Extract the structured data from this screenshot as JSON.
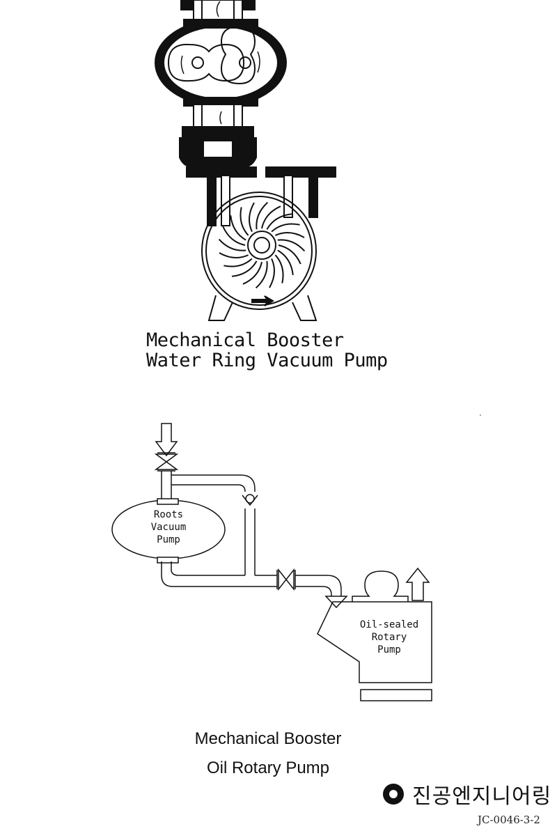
{
  "diagram1": {
    "caption_line1": "Mechanical Booster",
    "caption_line2": "Water Ring Vacuum Pump"
  },
  "diagram2": {
    "roots_line1": "Roots",
    "roots_line2": "Vacuum",
    "roots_line3": "Pump",
    "oil_line1": "Oil-sealed",
    "oil_line2": "Rotary",
    "oil_line3": "Pump",
    "caption_line1": "Mechanical Booster",
    "caption_line2": "Oil Rotary Pump"
  },
  "brand": {
    "name": "진공엔지니어링",
    "logo_icon": "circle-logo-icon"
  },
  "document_code": "JC-0046-3-2"
}
